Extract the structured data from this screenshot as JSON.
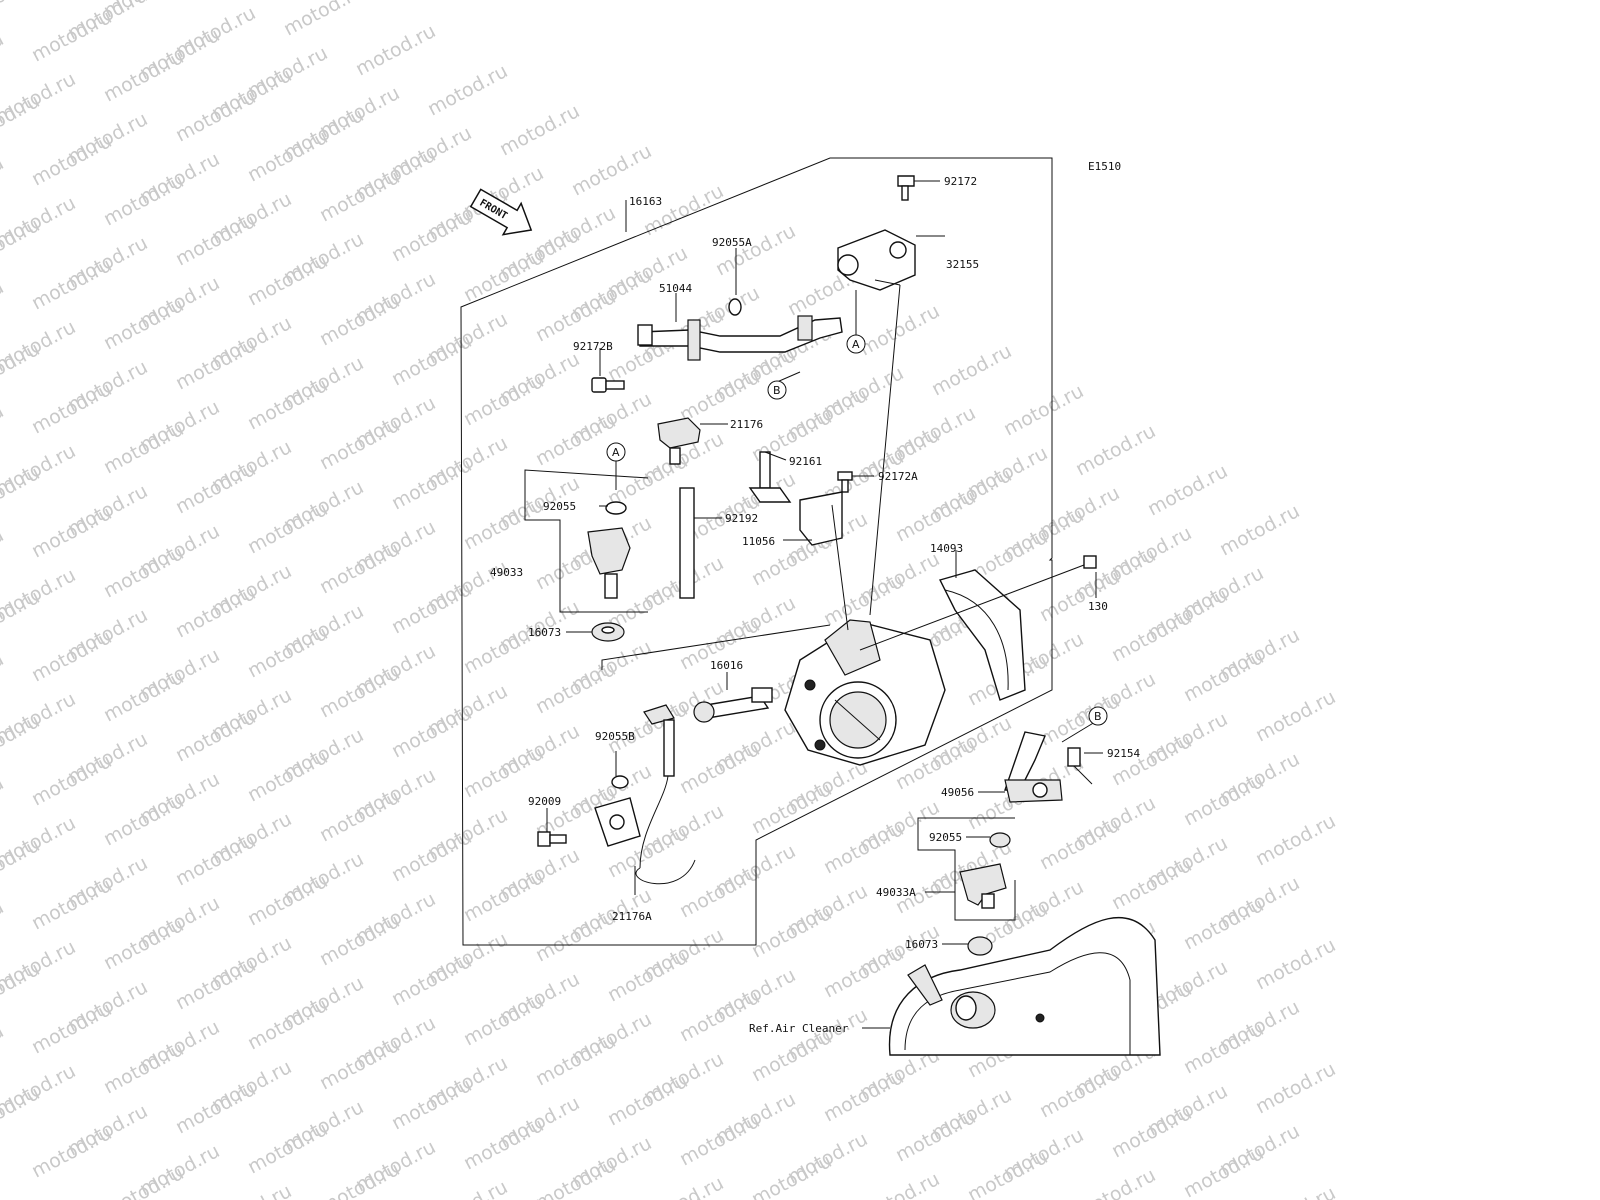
{
  "watermark": "motod.ru",
  "diagram_code": "E1510",
  "front_arrow": "FRONT",
  "ref_text": "Ref.Air Cleaner",
  "labels": {
    "l16163": "16163",
    "l92172": "92172",
    "l32155": "32155",
    "l92055A": "92055A",
    "l51044": "51044",
    "l92172B": "92172B",
    "l21176": "21176",
    "l92161": "92161",
    "l92172A": "92172A",
    "l92055_top": "92055",
    "l92192": "92192",
    "l11056": "11056",
    "l49033": "49033",
    "l14093": "14093",
    "l130": "130",
    "l16073_top": "16073",
    "l16016": "16016",
    "l92055B": "92055B",
    "l92009": "92009",
    "l21176A": "21176A",
    "l92154": "92154",
    "l49056": "49056",
    "l92055_bot": "92055",
    "l49033A": "49033A",
    "l16073_bot": "16073"
  },
  "callouts": {
    "a1": "A",
    "b1": "B",
    "a2": "A",
    "b2": "B"
  }
}
